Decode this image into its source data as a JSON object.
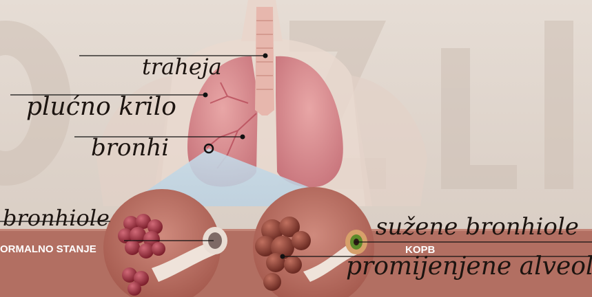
{
  "labels": {
    "trachea": "traheja",
    "lung": "plućno krilo",
    "bronchi": "bronhi",
    "bronchioles": "bronhiole",
    "narrowed_bronchioles": "sužene bronhiole",
    "altered_alveoli": "promijenjene alveole"
  },
  "captions": {
    "normal": "ORMALNO STANJE",
    "copd": "KOPB"
  },
  "colors": {
    "background": "#ddd2c9",
    "band": "#b26f62",
    "lung": "#d98e92",
    "trachea": "#e7b7ad",
    "zoom_cone": "#bcd3e3",
    "label_text": "#1c1410"
  }
}
